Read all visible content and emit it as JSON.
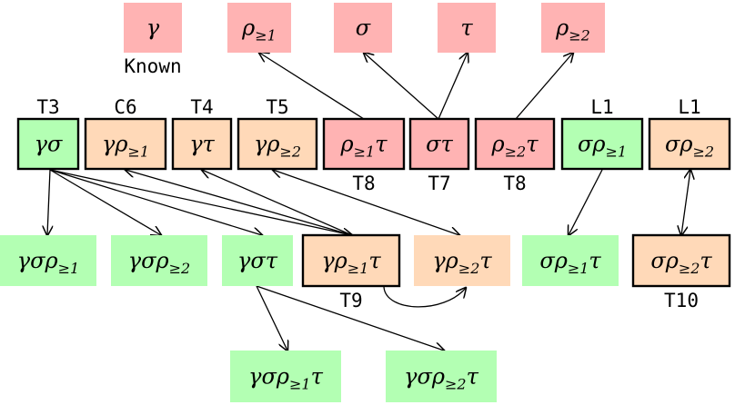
{
  "diagram": {
    "colors": {
      "red": "#ffb3b3",
      "orange": "#ffd9b8",
      "green": "#b3ffb3",
      "border": "#000000"
    },
    "top_note": "Known",
    "nodes": [
      {
        "id": "n_gamma",
        "label": {
          "base": "γ",
          "sub": ""
        },
        "color": "red",
        "bordered": false
      },
      {
        "id": "n_rho1",
        "label": {
          "base": "ρ",
          "sub": "≥1"
        },
        "color": "red",
        "bordered": false
      },
      {
        "id": "n_sigma",
        "label": {
          "base": "σ",
          "sub": ""
        },
        "color": "red",
        "bordered": false
      },
      {
        "id": "n_tau",
        "label": {
          "base": "τ",
          "sub": ""
        },
        "color": "red",
        "bordered": false
      },
      {
        "id": "n_rho2",
        "label": {
          "base": "ρ",
          "sub": "≥2"
        },
        "color": "red",
        "bordered": false
      },
      {
        "id": "m_gs",
        "label": {
          "base": "γσ",
          "sub": ""
        },
        "color": "green",
        "bordered": true,
        "tag": "T3"
      },
      {
        "id": "m_gr1",
        "label": {
          "base": "γρ",
          "sub": "≥1"
        },
        "color": "orange",
        "bordered": true,
        "tag": "C6"
      },
      {
        "id": "m_gt",
        "label": {
          "base": "γτ",
          "sub": ""
        },
        "color": "orange",
        "bordered": true,
        "tag": "T4"
      },
      {
        "id": "m_gr2",
        "label": {
          "base": "γρ",
          "sub": "≥2"
        },
        "color": "orange",
        "bordered": true,
        "tag": "T5"
      },
      {
        "id": "m_r1t",
        "label": {
          "base": "ρ",
          "sub": "≥1",
          "tail": "τ"
        },
        "color": "red",
        "bordered": true,
        "tag": "T8"
      },
      {
        "id": "m_st",
        "label": {
          "base": "στ",
          "sub": ""
        },
        "color": "red",
        "bordered": true,
        "tag": "T7"
      },
      {
        "id": "m_r2t",
        "label": {
          "base": "ρ",
          "sub": "≥2",
          "tail": "τ"
        },
        "color": "red",
        "bordered": true,
        "tag": "T8"
      },
      {
        "id": "m_sr1",
        "label": {
          "base": "σρ",
          "sub": "≥1"
        },
        "color": "green",
        "bordered": true,
        "tag": "L1"
      },
      {
        "id": "m_sr2",
        "label": {
          "base": "σρ",
          "sub": "≥2"
        },
        "color": "orange",
        "bordered": true,
        "tag": "L1"
      },
      {
        "id": "b_gsr1",
        "label": {
          "base": "γσρ",
          "sub": "≥1"
        },
        "color": "green",
        "bordered": false
      },
      {
        "id": "b_gsr2",
        "label": {
          "base": "γσρ",
          "sub": "≥2"
        },
        "color": "green",
        "bordered": false
      },
      {
        "id": "b_gst",
        "label": {
          "base": "γστ",
          "sub": ""
        },
        "color": "green",
        "bordered": false
      },
      {
        "id": "b_gr1t",
        "label": {
          "base": "γρ",
          "sub": "≥1",
          "tail": "τ"
        },
        "color": "orange",
        "bordered": true,
        "tag": "T9"
      },
      {
        "id": "b_gr2t",
        "label": {
          "base": "γρ",
          "sub": "≥2",
          "tail": "τ"
        },
        "color": "orange",
        "bordered": false
      },
      {
        "id": "b_sr1t",
        "label": {
          "base": "σρ",
          "sub": "≥1",
          "tail": "τ"
        },
        "color": "green",
        "bordered": false
      },
      {
        "id": "b_sr2t",
        "label": {
          "base": "σρ",
          "sub": "≥2",
          "tail": "τ"
        },
        "color": "orange",
        "bordered": true,
        "tag": "T10"
      },
      {
        "id": "c_gsr1t",
        "label": {
          "base": "γσρ",
          "sub": "≥1",
          "tail": "τ"
        },
        "color": "green",
        "bordered": false
      },
      {
        "id": "c_gsr2t",
        "label": {
          "base": "γσρ",
          "sub": "≥2",
          "tail": "τ"
        },
        "color": "green",
        "bordered": false
      }
    ],
    "edges": [
      {
        "from": "m_r1t",
        "to": "n_rho1"
      },
      {
        "from": "m_st",
        "to": "n_sigma"
      },
      {
        "from": "m_st",
        "to": "n_tau"
      },
      {
        "from": "m_r2t",
        "to": "n_rho2"
      },
      {
        "from": "m_gs",
        "to": "b_gsr1"
      },
      {
        "from": "m_gs",
        "to": "b_gsr2"
      },
      {
        "from": "m_gs",
        "to": "b_gst"
      },
      {
        "from": "m_gs",
        "to": "b_gr1t"
      },
      {
        "from": "b_gr1t",
        "to": "m_gr1"
      },
      {
        "from": "b_gr1t",
        "to": "m_gt"
      },
      {
        "from": "b_gr2t",
        "to": "m_gr2",
        "both": true
      },
      {
        "from": "b_gr1t",
        "to": "b_gr2t",
        "curved": true
      },
      {
        "from": "b_gst",
        "to": "c_gsr1t"
      },
      {
        "from": "b_gst",
        "to": "c_gsr2t"
      },
      {
        "from": "m_sr1",
        "to": "b_sr1t"
      },
      {
        "from": "m_sr2",
        "to": "b_sr2t",
        "both": true
      }
    ]
  }
}
